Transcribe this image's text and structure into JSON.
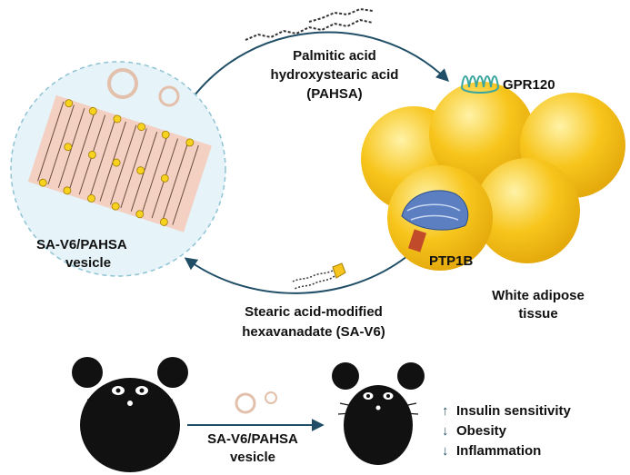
{
  "labels": {
    "pahsa_line1": "Palmitic acid",
    "pahsa_line2": "hydroxystearic acid",
    "pahsa_line3": "(PAHSA)",
    "gpr120": "GPR120",
    "ptp1b": "PTP1B",
    "vesicle_line1": "SA-V6/PAHSA",
    "vesicle_line2": "vesicle",
    "sav6_line1": "Stearic acid-modified",
    "sav6_line2": "hexavanadate (SA-V6)",
    "wat_line1": "White adipose",
    "wat_line2": "tissue",
    "treatment_line1": "SA-V6/PAHSA",
    "treatment_line2": "vesicle"
  },
  "effects": [
    {
      "direction": "up",
      "glyph": "↑",
      "label": "Insulin sensitivity"
    },
    {
      "direction": "down",
      "glyph": "↓",
      "label": "Obesity"
    },
    {
      "direction": "down",
      "glyph": "↓",
      "label": "Inflammation"
    }
  ],
  "colors": {
    "adipocyte": "#f5c21a",
    "adipocyte_light": "#ffe680",
    "vesicle_bg": "#e6f3f8",
    "membrane": "#f4c9b8",
    "arrow": "#1f4e66",
    "receptor": "#3aa6a0",
    "protein_blue": "#5b7fc0",
    "protein_red": "#c04a2a"
  }
}
